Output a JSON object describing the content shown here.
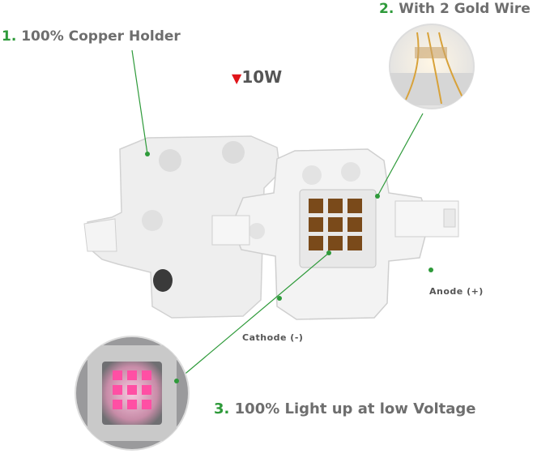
{
  "callouts": [
    {
      "num": "1.",
      "text": "100% Copper Holder"
    },
    {
      "num": "2.",
      "text": "With 2 Gold Wire"
    },
    {
      "num": "3.",
      "text": "100% Light up at low Voltage"
    }
  ],
  "power": {
    "marker": "▼",
    "value": "10W"
  },
  "terminals": {
    "anode": "Anode (+)",
    "cathode": "Cathode (-)"
  },
  "colors": {
    "accent_green": "#2e9a3a",
    "marker_red": "#e0141a",
    "label_gray": "#6e6e6e"
  }
}
